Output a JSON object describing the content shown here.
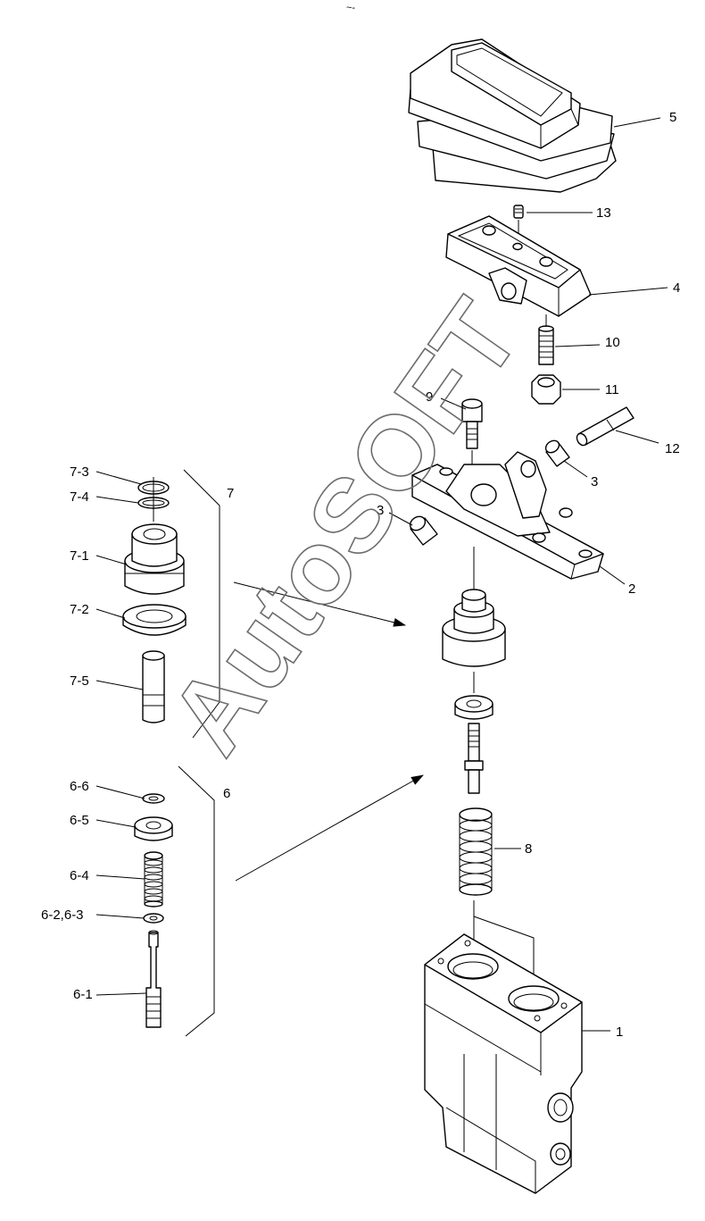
{
  "diagram": {
    "watermark": "AutoSOFT",
    "top_mark": "~-",
    "callouts": {
      "c1": "1",
      "c2": "2",
      "c3a": "3",
      "c3b": "3",
      "c4": "4",
      "c5": "5",
      "c6": "6",
      "c7": "7",
      "c8": "8",
      "c9": "9",
      "c10": "10",
      "c11": "11",
      "c12": "12",
      "c13": "13",
      "c7_1": "7-1",
      "c7_2": "7-2",
      "c7_3": "7-3",
      "c7_4": "7-4",
      "c7_5": "7-5",
      "c6_1": "6-1",
      "c6_23": "6-2,6-3",
      "c6_4": "6-4",
      "c6_5": "6-5",
      "c6_6": "6-6"
    }
  }
}
